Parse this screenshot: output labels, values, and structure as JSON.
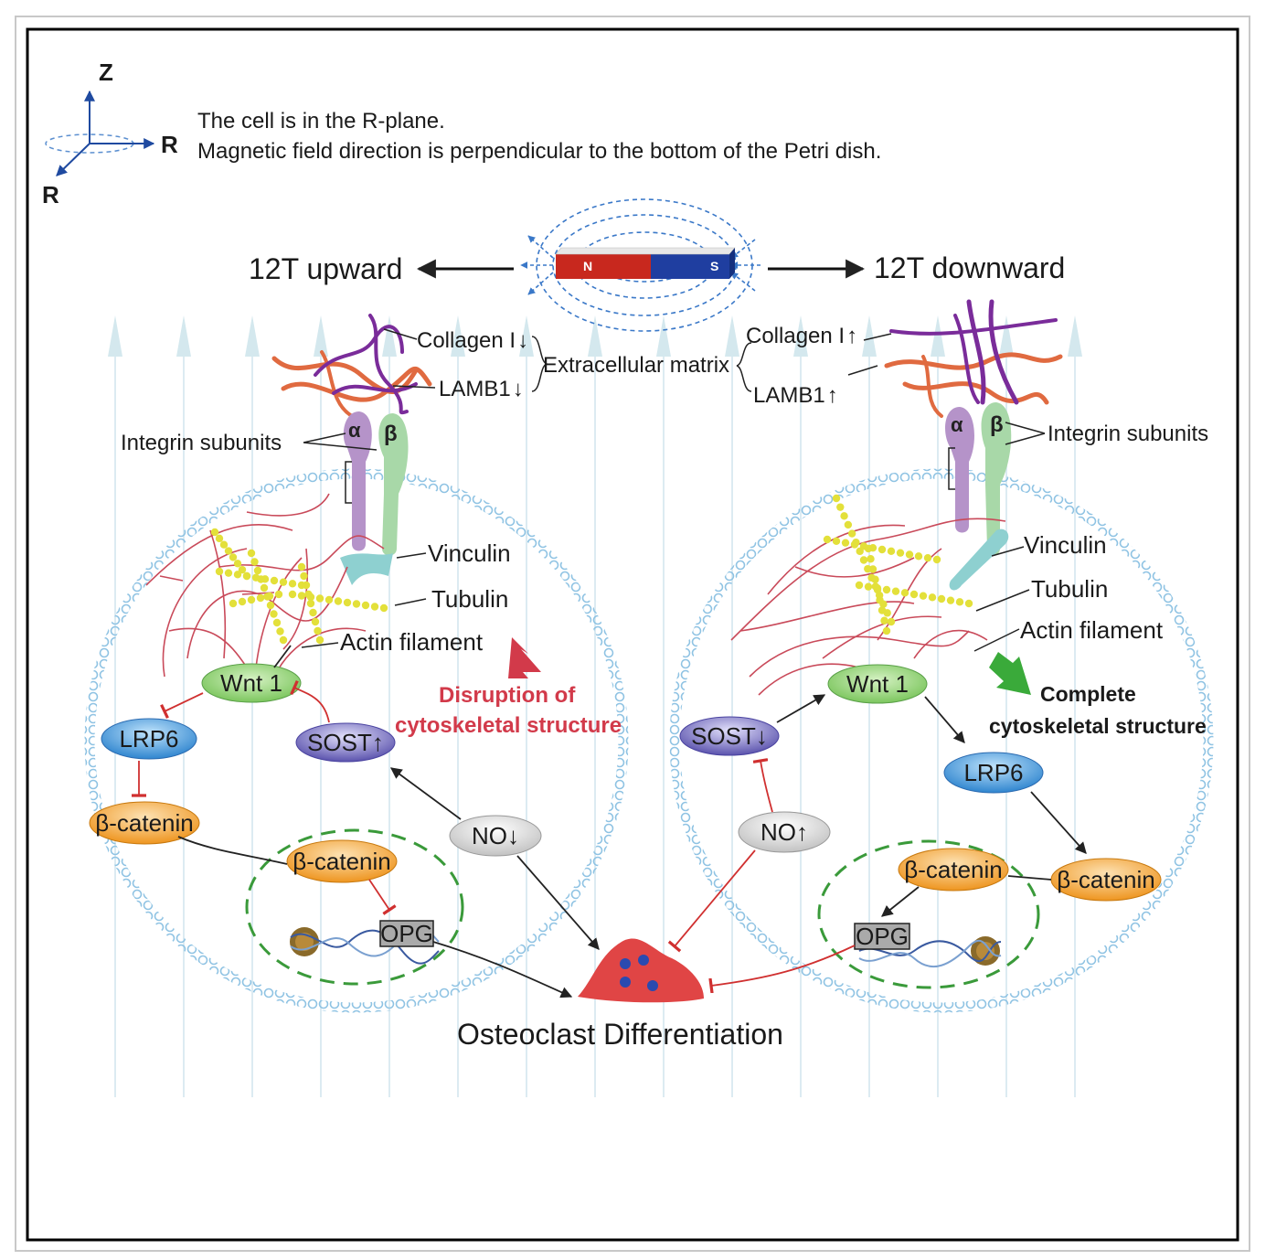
{
  "axes": {
    "z": "Z",
    "r_right": "R",
    "r_down": "R"
  },
  "description": {
    "line1": "The cell is in the R-plane.",
    "line2": "Magnetic field direction is perpendicular to the bottom of the Petri dish."
  },
  "magnet": {
    "north": "N",
    "south": "S"
  },
  "directions": {
    "up": "12T upward",
    "down": "12T downward"
  },
  "ecm": {
    "label": "Extracellular matrix",
    "left_collagen": "Collagen I",
    "left_lamb1": "LAMB1",
    "right_collagen": "Collagen I",
    "right_lamb1": "LAMB1",
    "decrease": "↓",
    "increase": "↑"
  },
  "integrin": {
    "label": "Integrin subunits",
    "alpha": "α",
    "beta": "β"
  },
  "cytoskeleton": {
    "vinculin": "Vinculin",
    "tubulin": "Tubulin",
    "actin": "Actin filament"
  },
  "left_cell": {
    "wnt1": "Wnt 1",
    "lrp6": "LRP6",
    "sost": "SOST↑",
    "bcat_cyto": "β-catenin",
    "bcat_nuc": "β-catenin",
    "opg": "OPG",
    "no": "NO↓",
    "note_line1": "Disruption of",
    "note_line2": "cytoskeletal structure"
  },
  "right_cell": {
    "wnt1": "Wnt 1",
    "lrp6": "LRP6",
    "sost": "SOST↓",
    "bcat_cyto": "β-catenin",
    "bcat_nuc": "β-catenin",
    "opg": "OPG",
    "no": "NO↑",
    "note_line1": "Complete",
    "note_line2": "cytoskeletal structure"
  },
  "osteoclast": {
    "label": "Osteoclast Differentiation"
  },
  "colors": {
    "membrane": "#8fc3e3",
    "wnt": "#8fd07a",
    "lrp6": "#3a8ed6",
    "sost": "#6a63b8",
    "catenin": "#f0a030",
    "no": "#d0d0d0",
    "osteoclast": "#e04545",
    "inhibit": "#d03030",
    "collagen": "#7a2c9a",
    "laminin": "#e06a40",
    "nucleus": "#3a9a3a"
  }
}
